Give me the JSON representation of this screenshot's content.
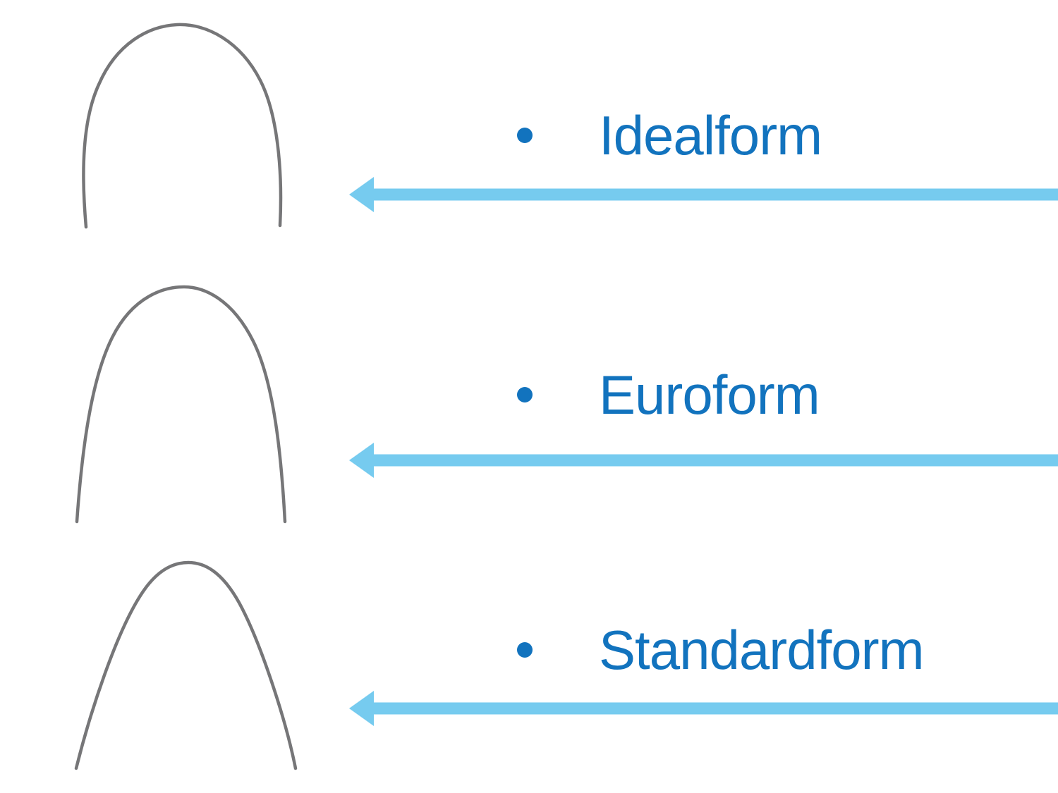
{
  "slide": {
    "background": "#ffffff",
    "items": [
      {
        "label": "Idealform",
        "image": "idealform-archwire-photo"
      },
      {
        "label": "Euroform",
        "image": "euroform-archwire-photo"
      },
      {
        "label": "Standardform",
        "image": "standardform-archwire-photo"
      }
    ]
  },
  "colors": {
    "label_blue": "#1273BE",
    "arrow_blue": "#76CBEF",
    "wire_gray": "#6a6a6c",
    "bg_color": "#ffffff"
  },
  "icons": {
    "bullet": "filled-circle",
    "arrow": "left-arrow"
  }
}
